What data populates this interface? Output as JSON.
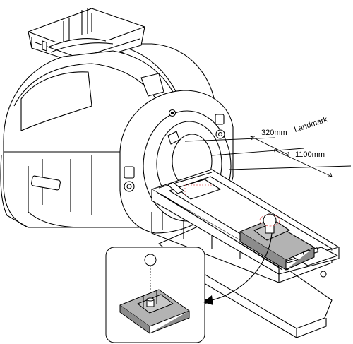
{
  "labels": {
    "dim1": "320mm",
    "dim1_tag": "Landmark",
    "dim2": "1100mm"
  },
  "colors": {
    "line": "#000000",
    "fill": "#ffffff",
    "platform": "#b3b3b3",
    "platform_dark": "#8c8c8c",
    "marker": "#e06060"
  }
}
